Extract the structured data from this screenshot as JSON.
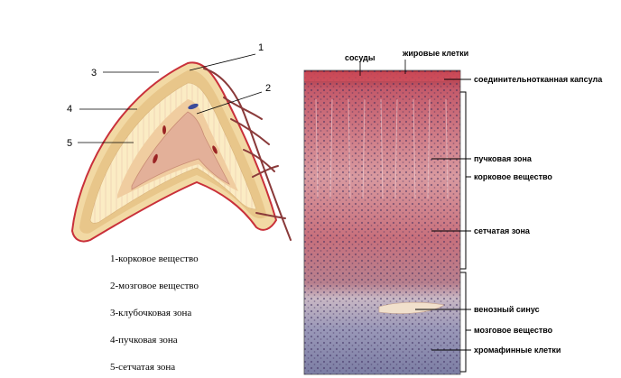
{
  "gland": {
    "numbers": [
      "1",
      "2",
      "3",
      "4",
      "5"
    ]
  },
  "legend": [
    "1-корковое вещество",
    "2-мозговое вещество",
    "3-клубочковая зона",
    "4-пучковая зона",
    "5-сетчатая зона"
  ],
  "histology": {
    "top_labels": [
      "сосуды",
      "жировые клетки"
    ],
    "right_labels": [
      "соединительнотканная капсула",
      "пучковая зона",
      "корковое вещество",
      "сетчатая зона",
      "венозный синус",
      "мозговое вещество",
      "хромафинные клетки"
    ]
  },
  "colors": {
    "capsule": "#c9303a",
    "cortex_outer": "#e8c68a",
    "cortex_inner": "#fbecc4",
    "medulla": "#e3b099",
    "vessel": "#8a3a3a",
    "tissue_top": "#c8707c",
    "tissue_bottom": "#8e8fb0"
  }
}
